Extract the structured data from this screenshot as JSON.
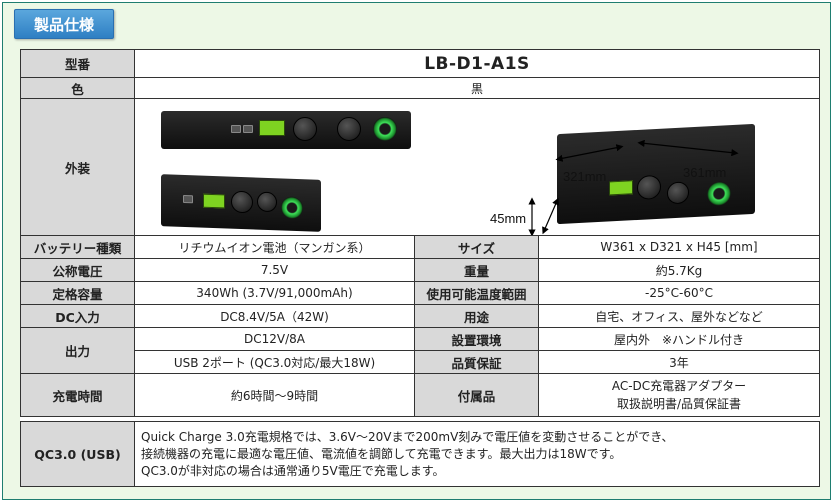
{
  "header": {
    "title": "製品仕様"
  },
  "spec": {
    "model_label": "型番",
    "model_value": "LB-D1-A1S",
    "color_label": "色",
    "color_value": "黒",
    "exterior_label": "外装",
    "dimensions": {
      "depth": "321mm",
      "width": "361mm",
      "height": "45mm"
    },
    "rows": [
      {
        "l1": "バッテリー種類",
        "v1": "リチウムイオン電池（マンガン系）",
        "l2": "サイズ",
        "v2": "W361 x D321 x H45 [mm]"
      },
      {
        "l1": "公称電圧",
        "v1": "7.5V",
        "l2": "重量",
        "v2": "約5.7Kg"
      },
      {
        "l1": "定格容量",
        "v1": "340Wh (3.7V/91,000mAh)",
        "l2": "使用可能温度範囲",
        "v2": "-25°C-60°C"
      },
      {
        "l1": "DC入力",
        "v1": "DC8.4V/5A（42W)",
        "l2": "用途",
        "v2": "自宅、オフィス、屋外などなど"
      }
    ],
    "output_label": "出力",
    "output_values": [
      "DC12V/8A",
      "USB 2ポート (QC3.0対応/最大18W)"
    ],
    "install_label": "設置環境",
    "install_value": "屋内外　※ハンドル付き",
    "warranty_label": "品質保証",
    "warranty_value": "3年",
    "charge_time_label": "充電時間",
    "charge_time_value": "約6時間～9時間",
    "accessories_label": "付属品",
    "accessories_values": [
      "AC-DC充電器アダプター",
      "取扱説明書/品質保証書"
    ],
    "qc_label": "QC3.0 (USB)",
    "qc_lines": [
      "Quick Charge 3.0充電規格では、3.6V～20Vまで200mV刻みで電圧値を変動させることができ、",
      "接続機器の充電に最適な電圧値、電流値を調節して充電できます。最大出力は18Wです。",
      "QC3.0が非対応の場合は通常通り5V電圧で充電します。"
    ]
  }
}
